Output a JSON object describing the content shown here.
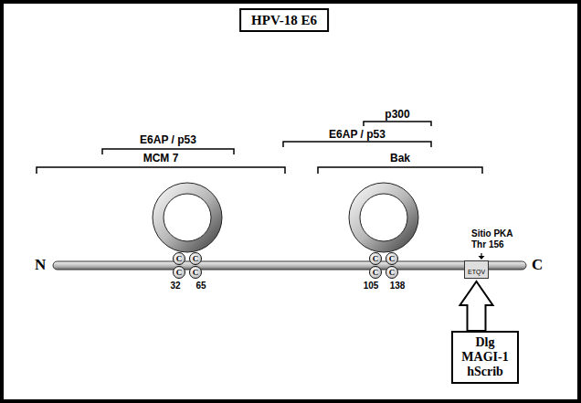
{
  "diagram": {
    "title": "HPV-18 E6",
    "nodes": [
      {
        "text": [
          "C"
        ]
      },
      {
        "text": [
          "C"
        ]
      },
      {
        "text": [
          "C"
        ]
      },
      {
        "text": [
          "C"
        ]
      },
      {
        "text": [
          "C"
        ]
      },
      {
        "text": [
          "C"
        ]
      },
      {
        "text": [
          "C"
        ]
      },
      {
        "text": [
          "C"
        ]
      },
      {
        "text": [
          "ETQV"
        ]
      },
      {
        "text": [
          "Dlg MAGI-1 hScrib"
        ]
      }
    ],
    "edges": [
      {
        "from": 9,
        "to": 8,
        "arrow": "to"
      }
    ],
    "labels": [
      "E6AP / p53",
      "MCM 7",
      "p300",
      "E6AP / p53",
      "Bak",
      "Sitio PKA Thr 156",
      "N",
      "C",
      "32",
      "65",
      "105",
      "138"
    ]
  }
}
